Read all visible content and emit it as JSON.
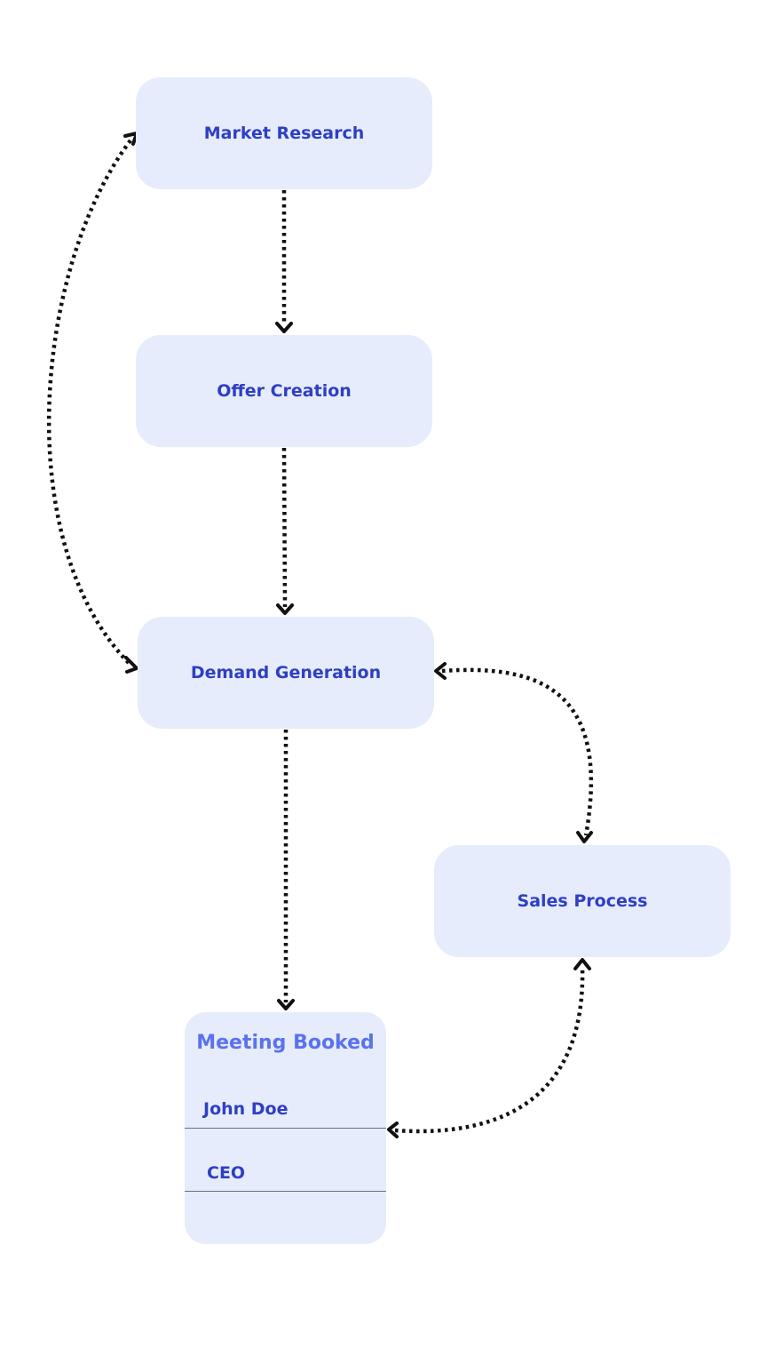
{
  "nodes": {
    "market_research": "Market Research",
    "offer_creation": "Offer Creation",
    "demand_generation": "Demand Generation",
    "sales_process": "Sales Process"
  },
  "meeting_card": {
    "title": "Meeting Booked",
    "name": "John Doe",
    "role": "CEO"
  },
  "colors": {
    "node_fill": "#e6ecfb",
    "node_text": "#2e3fc4",
    "card_title": "#5b72ee",
    "connector": "#111111"
  }
}
